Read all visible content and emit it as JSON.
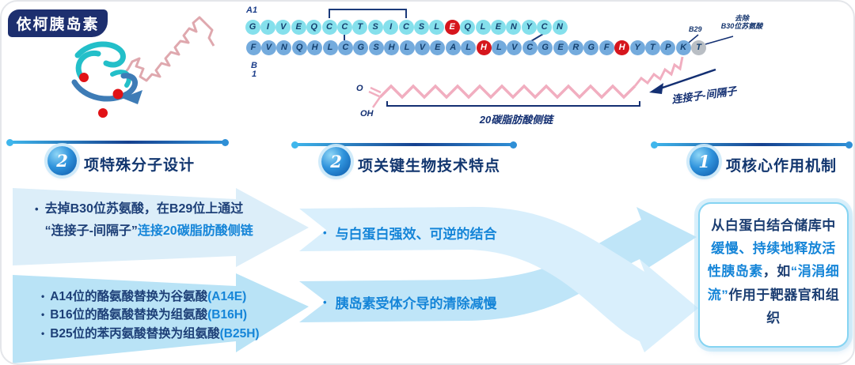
{
  "badge": {
    "label": "依柯胰岛素"
  },
  "sequence": {
    "a_chain_label": "A1",
    "b_chain_label": "B 1",
    "a_chain": [
      "G",
      "I",
      "V",
      "E",
      "Q",
      "C",
      "C",
      "T",
      "S",
      "I",
      "C",
      "S",
      "L",
      "E",
      "Q",
      "L",
      "E",
      "N",
      "Y",
      "C",
      "N"
    ],
    "a_red_indices": [
      13
    ],
    "b_chain": [
      "F",
      "V",
      "N",
      "Q",
      "H",
      "L",
      "C",
      "G",
      "S",
      "H",
      "L",
      "V",
      "E",
      "A",
      "L",
      "H",
      "L",
      "V",
      "C",
      "G",
      "E",
      "R",
      "G",
      "F",
      "H",
      "Y",
      "T",
      "P",
      "K",
      "T"
    ],
    "b_red_indices": [
      15,
      24
    ],
    "b_grey_indices": [
      29
    ],
    "b29_label": "B29",
    "b30_note_line1": "去除",
    "b30_note_line2": "B30位苏氨酸",
    "carboxyl_o": "O",
    "carboxyl_oh": "OH",
    "fatty_acid_label": "20碳脂肪酸侧链",
    "linker_label": "连接子-间隔子",
    "colors": {
      "a_chain": "#85e0ec",
      "b_chain": "#74abdd",
      "substitution_red": "#d6161d",
      "removed_grey": "#b9bec4",
      "fatty_chain_pink": "#f1aec0",
      "annotation_navy": "#132f72"
    }
  },
  "sections": [
    {
      "number": "2",
      "label": "项特殊分子设计"
    },
    {
      "number": "2",
      "label": "项关键生物技术特点"
    },
    {
      "number": "1",
      "label": "项核心作用机制"
    }
  ],
  "design": {
    "box1": {
      "bullet": "•",
      "navy_line1": "去掉B30位苏氨酸，在B29位上通过",
      "navy_line2": "“连接子-间隔子”",
      "blue": "连接20碳脂肪酸侧链"
    },
    "box2": {
      "bullet": "•",
      "items": [
        {
          "navy": "A14位的酪氨酸替换为谷氨酸",
          "blue": "(A14E)"
        },
        {
          "navy": "B16位的酪氨酸替换为组氨酸",
          "blue": "(B16H)"
        },
        {
          "navy": "B25位的苯丙氨酸替换为组氨酸",
          "blue": "(B25H)"
        }
      ]
    }
  },
  "features": {
    "bullet": "•",
    "items": [
      "与白蛋白强效、可逆的结合",
      "胰岛素受体介导的清除减慢"
    ]
  },
  "mechanism": {
    "segments": [
      {
        "text": "从白蛋白结合储库中",
        "style": "navy"
      },
      {
        "text": "缓慢、持续地释放活性胰岛素",
        "style": "blue"
      },
      {
        "text": "，如",
        "style": "navy"
      },
      {
        "text": "“涓涓细流”",
        "style": "blue"
      },
      {
        "text": "作用于靶器官和组织",
        "style": "navy"
      }
    ]
  },
  "accent_colors": {
    "blue": "#1585d8",
    "navy": "#1c3e72",
    "badge_bg": "#1d2f6f"
  }
}
